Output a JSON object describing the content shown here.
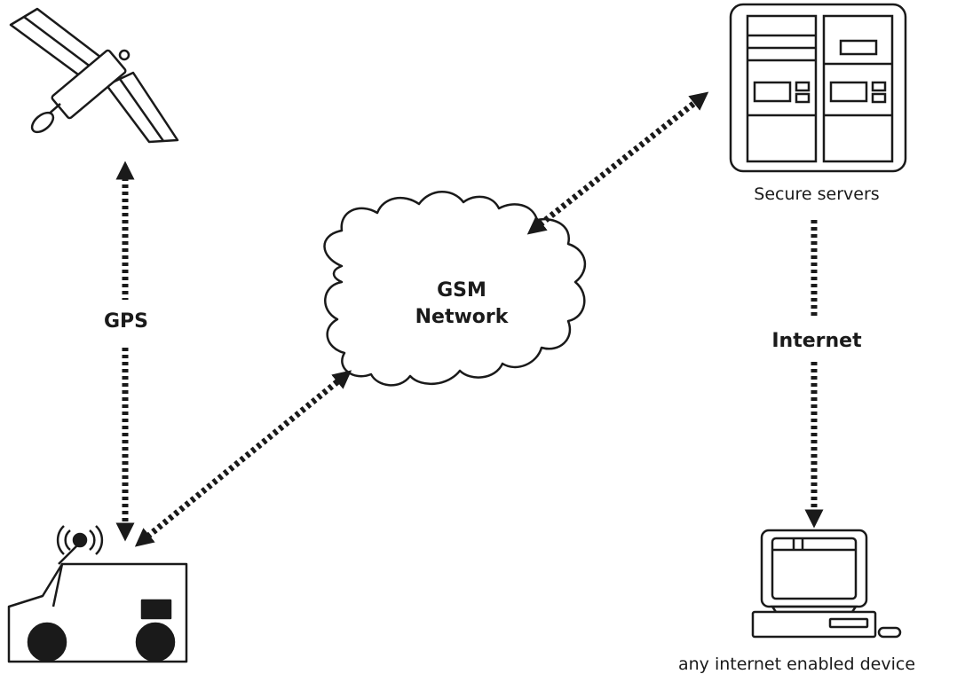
{
  "diagram": {
    "links": {
      "gps": "GPS",
      "gsm_line1": "GSM",
      "gsm_line2": "Network",
      "internet": "Internet"
    },
    "nodes": {
      "secure_servers": "Secure servers",
      "device": "any internet enabled device"
    },
    "colors": {
      "stroke": "#1a1a1a",
      "background": "#ffffff"
    }
  }
}
